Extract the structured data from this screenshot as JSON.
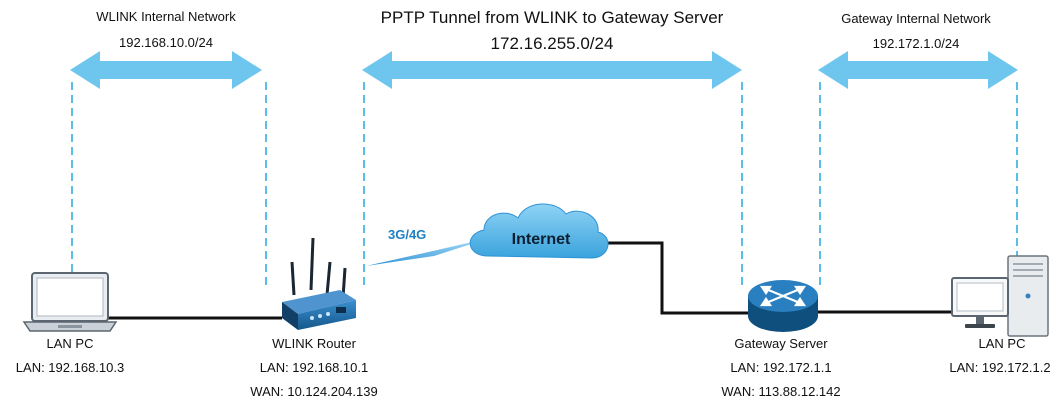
{
  "segments": {
    "wlink_network": {
      "title": "WLINK Internal Network",
      "subnet": "192.168.10.0/24"
    },
    "pptp_tunnel": {
      "title": "PPTP Tunnel from WLINK to Gateway Server",
      "subnet": "172.16.255.0/24"
    },
    "gateway_network": {
      "title": "Gateway Internal Network",
      "subnet": "192.172.1.0/24"
    }
  },
  "link_label": "3G/4G",
  "internet_label": "Internet",
  "devices": {
    "lan_pc_left": {
      "name": "LAN PC",
      "lan": "LAN: 192.168.10.3"
    },
    "wlink_router": {
      "name": "WLINK Router",
      "lan": "LAN: 192.168.10.1",
      "wan": "WAN: 10.124.204.139"
    },
    "gateway_server": {
      "name": "Gateway Server",
      "lan": "LAN: 192.172.1.1",
      "wan": "WAN: 113.88.12.142"
    },
    "lan_pc_right": {
      "name": "LAN PC",
      "lan": "LAN: 192.172.1.2"
    }
  },
  "colors": {
    "arrow": "#6ec6ee",
    "dash": "#5bbde8",
    "cloud": "#4aaee0",
    "router_body": "#1f6fa8",
    "line": "#111111",
    "link_text": "#1e7fc2"
  }
}
